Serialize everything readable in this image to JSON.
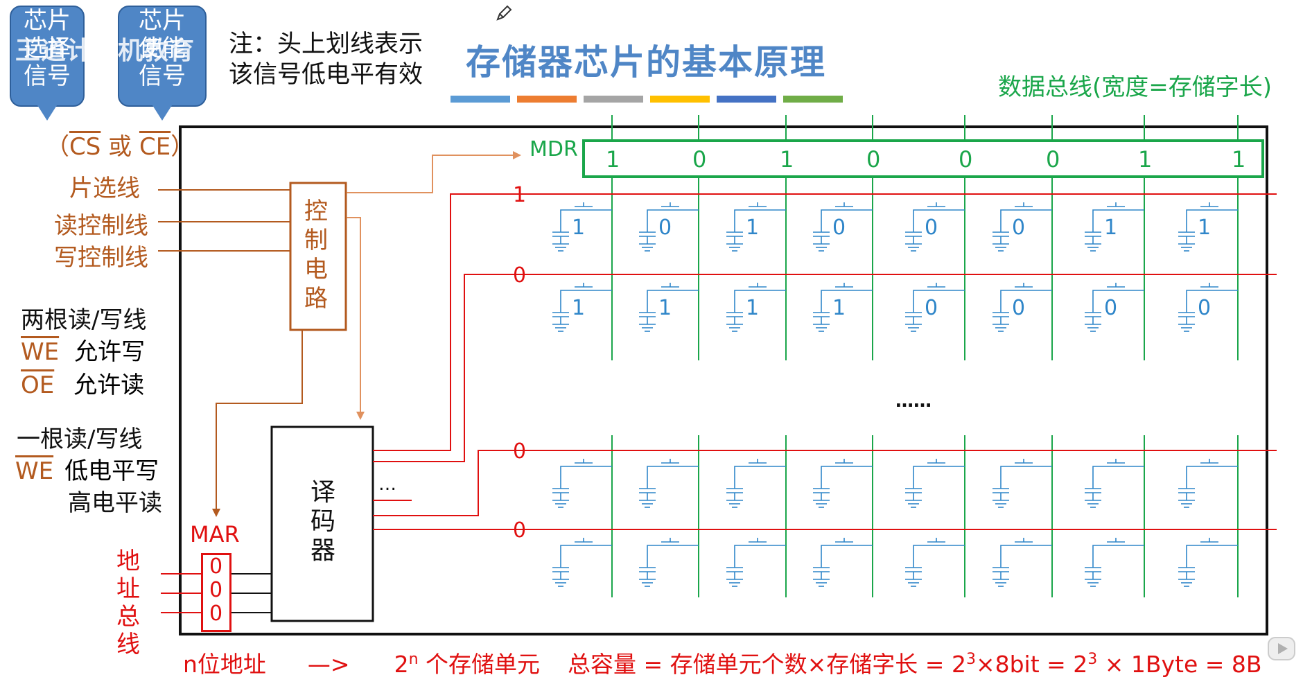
{
  "title": "存储器芯片的基本原理",
  "watermark": "王道计算机教育",
  "note": {
    "line1": "注：头上划线表示",
    "line2": "该信号低电平有效"
  },
  "bubbles": {
    "chip_select": [
      "芯片",
      "选择",
      "信号"
    ],
    "chip_enable": [
      "芯片",
      "使能",
      "信号"
    ]
  },
  "cs_ce": {
    "open": "（",
    "cs": "CS",
    "or": " 或 ",
    "ce": "CE",
    "close": "）"
  },
  "signal_labels": {
    "chip_select_line": "片选线",
    "read_ctrl_line": "读控制线",
    "write_ctrl_line": "写控制线"
  },
  "two_rw": {
    "heading": "两根读/写线",
    "we": "WE",
    "we_desc": "允许写",
    "oe": "OE",
    "oe_desc": "允许读"
  },
  "one_rw": {
    "heading": "一根读/写线",
    "we": "WE",
    "low": "低电平写",
    "high": "高电平读"
  },
  "control_circuit": [
    "控",
    "制",
    "电",
    "路"
  ],
  "decoder": [
    "译",
    "码",
    "器"
  ],
  "decoder_ellipsis": "…",
  "mar": {
    "label": "MAR",
    "bits": [
      "0",
      "0",
      "0"
    ]
  },
  "address_bus": [
    "地",
    "址",
    "总",
    "线"
  ],
  "data_bus_label": "数据总线(宽度=存储字长)",
  "mdr": {
    "label": "MDR",
    "bits": [
      "1",
      "0",
      "1",
      "0",
      "0",
      "0",
      "1",
      "1"
    ]
  },
  "word_lines": [
    "1",
    "0",
    "0",
    "0"
  ],
  "cell_values": [
    [
      "1",
      "0",
      "1",
      "0",
      "0",
      "0",
      "1",
      "1"
    ],
    [
      "1",
      "1",
      "1",
      "1",
      "0",
      "0",
      "0",
      "0"
    ]
  ],
  "middle_ellipsis": "……",
  "bottom": {
    "n_bits": "n位地址",
    "arrow": "—>",
    "base": "2",
    "exp": "n",
    "cells": " 个存储单元",
    "formula_prefix": "总容量 = 存储单元个数×存储字长 = 2",
    "exp3": "3",
    "formula_mid": "×8bit = 2",
    "exp3b": "3",
    "formula_end": " × 1Byte = 8B"
  },
  "colors": {
    "title_blue": "#4f86c6",
    "brown": "#b35a1f",
    "red": "#e01010",
    "green": "#1aa64a",
    "cell_blue": "#2f86c9",
    "palette": [
      "#5b9bd5",
      "#ed7d31",
      "#a5a5a5",
      "#ffc000",
      "#4472c4",
      "#70ad47"
    ]
  },
  "icons": [
    "pencil-icon",
    "video-play-icon"
  ]
}
